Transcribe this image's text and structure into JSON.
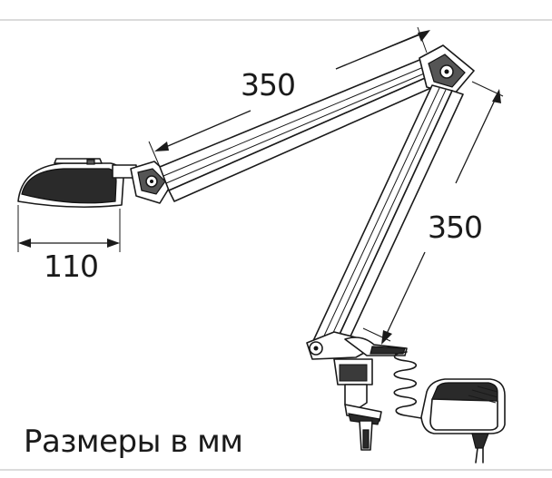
{
  "dimensions": {
    "upper_arm": "350",
    "lower_arm": "350",
    "head_width": "110"
  },
  "caption": "Размеры в мм",
  "colors": {
    "line": "#1a1a1a",
    "fill_dark": "#2a2a2a",
    "background": "#ffffff"
  }
}
